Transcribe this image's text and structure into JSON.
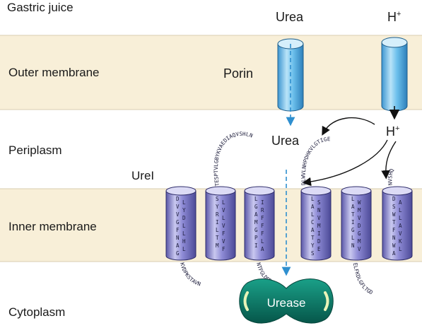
{
  "regions": {
    "gastric_juice": "Gastric juice",
    "outer_membrane": "Outer membrane",
    "periplasm": "Periplasm",
    "inner_membrane": "Inner membrane",
    "cytoplasm": "Cytoplasm"
  },
  "labels": {
    "urea_top": "Urea",
    "h_top": "H",
    "porin": "Porin",
    "urea_periplasm": "Urea",
    "h_periplasm": "H",
    "urei": "UreI",
    "urease": "Urease",
    "plus": "+"
  },
  "colors": {
    "membrane_band": "#f8efd8",
    "channel_blue": "#5fb6e6",
    "helix_purple": "#6f6cc0",
    "urease_green": "#0e7a68"
  },
  "residues": {
    "loop1": "KVDPKSTAVN",
    "loop2": "TESPTVLGBYKVAEDIAQVSHLN",
    "loop3": "NTFGLDPD",
    "loop4": "DLWVLNHPDHKVLGTIGE",
    "loop5": "ELFKDLGFLTGD",
    "loop6": "NVSHQ",
    "helix1": "DLVYVDGLFLNHALG",
    "helix2": "SLYVRLIVLFTVMF",
    "helix3": "LIGRAFMFGFPLIA",
    "helix4": "LSANLVCMAITDYES",
    "helix5": "LWAMTVIDGGLMNV",
    "helix6": "DASLWLTAFVNKWLA"
  }
}
